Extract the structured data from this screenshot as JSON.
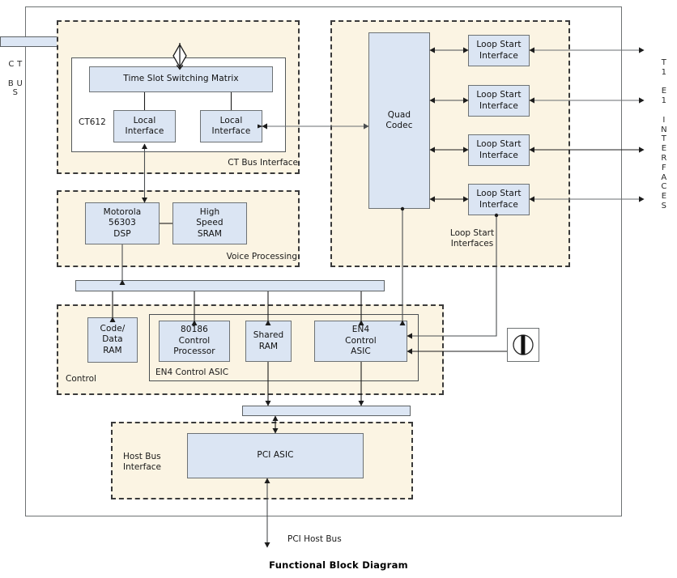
{
  "figure": {
    "caption": "Functional Block Diagram"
  },
  "edge_labels": {
    "left_bus": "C T\n\nB U S",
    "right_interfaces": "T\n1\n\nE\n1\n\nI\nN\nT\nE\nR\nF\nA\nC\nE\nS",
    "pci_host_bus": "PCI Host Bus"
  },
  "groups": {
    "ct_bus_interface": {
      "label": "CT Bus Interface",
      "chip_label": "CT612",
      "blocks": [
        {
          "name": "time-slot-switching-matrix",
          "label": "Time Slot Switching Matrix"
        },
        {
          "name": "local-interface-left",
          "label": "Local\nInterface"
        },
        {
          "name": "local-interface-right",
          "label": "Local\nInterface"
        }
      ]
    },
    "voice_processing": {
      "label": "Voice Processing",
      "blocks": [
        {
          "name": "motorola-dsp",
          "label": "Motorola\n56303\nDSP"
        },
        {
          "name": "high-speed-sram",
          "label": "High\nSpeed\nSRAM"
        }
      ]
    },
    "loop_start_interfaces": {
      "label": "Loop Start\nInterfaces",
      "codec": {
        "name": "quad-codec",
        "label": "Quad\nCodec"
      },
      "interfaces": [
        {
          "name": "loop-start-interface-1",
          "label": "Loop Start\nInterface"
        },
        {
          "name": "loop-start-interface-2",
          "label": "Loop Start\nInterface"
        },
        {
          "name": "loop-start-interface-3",
          "label": "Loop Start\nInterface"
        },
        {
          "name": "loop-start-interface-4",
          "label": "Loop Start\nInterface"
        }
      ]
    },
    "control": {
      "label": "Control",
      "inner_label": "EN4 Control ASIC",
      "blocks": [
        {
          "name": "code-data-ram",
          "label": "Code/\nData\nRAM"
        },
        {
          "name": "control-processor-80186",
          "label": "80186\nControl\nProcessor"
        },
        {
          "name": "shared-ram",
          "label": "Shared\nRAM"
        },
        {
          "name": "en4-control-asic",
          "label": "EN4\nControl\nASIC"
        }
      ]
    },
    "host_bus_interface": {
      "label": "Host Bus\nInterface",
      "blocks": [
        {
          "name": "pci-asic",
          "label": "PCI ASIC"
        }
      ]
    }
  },
  "icons": {
    "connector_jack": "connector-jack-icon",
    "ct_bus_tap": "bus-tap-diamond-icon"
  },
  "colors": {
    "group_fill": "#fbf4e3",
    "block_fill": "#dbe5f3",
    "bus_fill": "#dce6f4",
    "block_border": "#6d7275",
    "dashed_border": "#3a3a3a",
    "frame_border": "#6e7273",
    "line": "#3c3c3c",
    "text": "#101010"
  }
}
